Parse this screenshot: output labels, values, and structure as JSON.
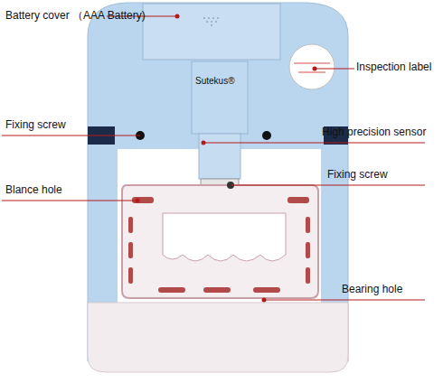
{
  "diagram": {
    "labels": [
      "Battery cover （AAA Battery)",
      "Sutekus®",
      "Inspection label",
      "Fixing screw",
      "High precision sensor",
      "Fixing screw",
      "Blance hole",
      "Bearing hole"
    ]
  }
}
